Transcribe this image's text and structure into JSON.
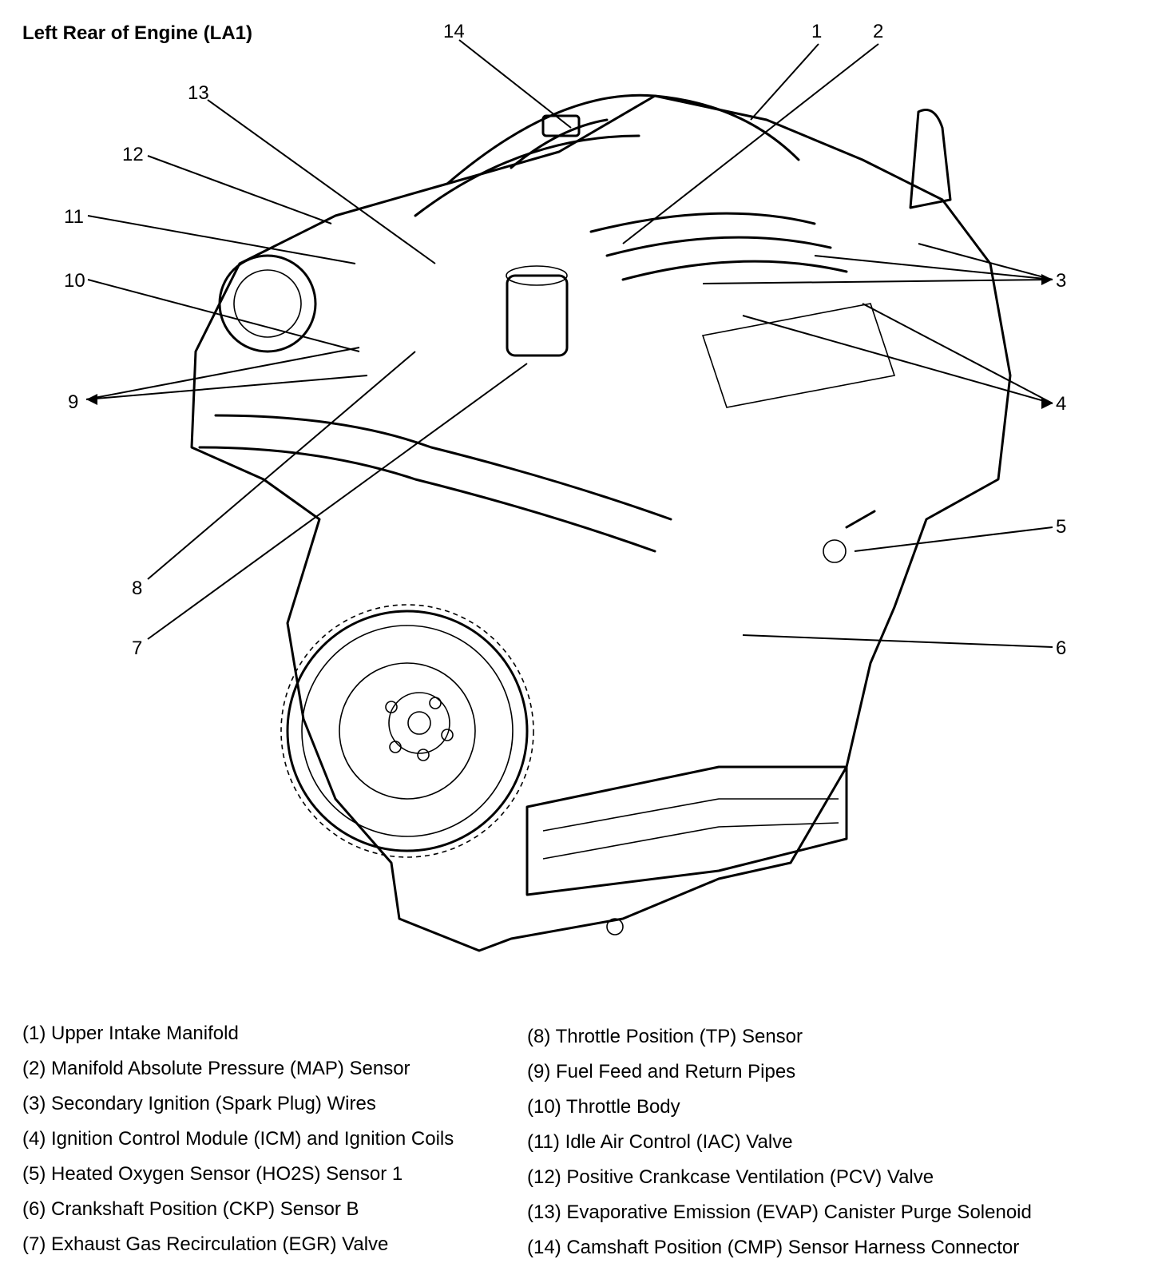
{
  "title": "Left Rear of Engine (LA1)",
  "callouts": [
    "1",
    "2",
    "3",
    "4",
    "5",
    "6",
    "7",
    "8",
    "9",
    "10",
    "11",
    "12",
    "13",
    "14"
  ],
  "legend": [
    "(1) Upper Intake Manifold",
    "(2) Manifold Absolute Pressure (MAP) Sensor",
    "(3) Secondary Ignition (Spark Plug) Wires",
    "(4) Ignition Control Module (ICM) and Ignition Coils",
    "(5) Heated Oxygen Sensor (HO2S) Sensor 1",
    "(6) Crankshaft Position (CKP) Sensor B",
    "(7) Exhaust Gas Recirculation (EGR) Valve",
    "(8) Throttle Position (TP) Sensor",
    "(9) Fuel Feed and Return Pipes",
    "(10) Throttle Body",
    "(11) Idle Air Control (IAC) Valve",
    "(12) Positive Crankcase Ventilation (PCV) Valve",
    "(13) Evaporative Emission (EVAP) Canister Purge Solenoid",
    "(14) Camshaft Position (CMP) Sensor Harness Connector"
  ]
}
